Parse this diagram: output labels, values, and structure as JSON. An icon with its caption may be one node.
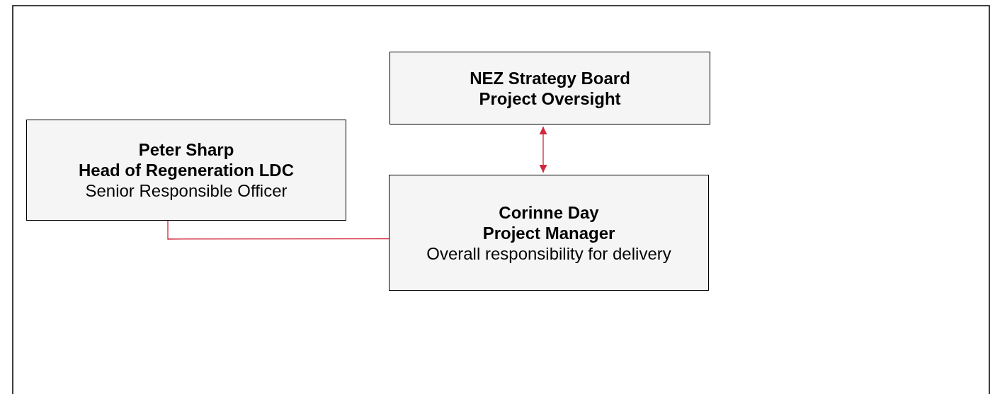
{
  "diagram": {
    "nodes": [
      {
        "text": [
          "NEZ Strategy Board",
          "Project Oversight"
        ]
      },
      {
        "text": [
          "Peter Sharp",
          "Head of Regeneration LDC",
          "Senior Responsible Officer"
        ]
      },
      {
        "text": [
          "Corinne Day",
          "Project Manager",
          "Overall responsibility for delivery"
        ]
      }
    ],
    "edges": [
      {
        "from": 0,
        "to": 2,
        "arrow": "both"
      },
      {
        "from": 1,
        "to": 2,
        "arrow": "none"
      }
    ]
  }
}
